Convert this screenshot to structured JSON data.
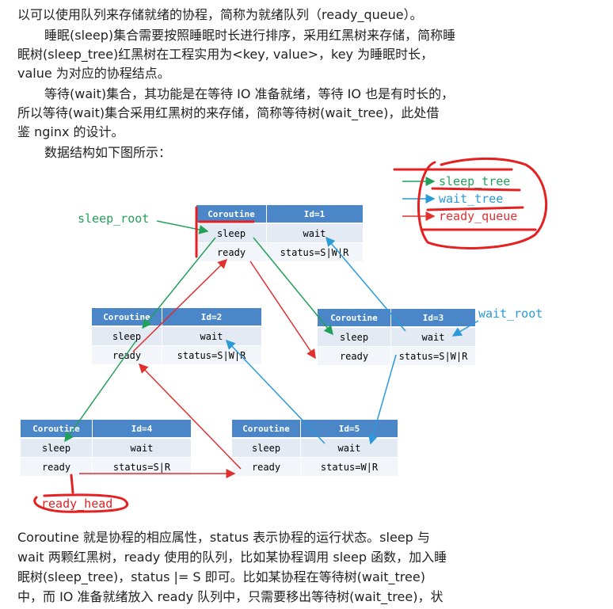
{
  "text_top": {
    "line1": "以可以使用队列来存储就绪的协程，简称为就绪队列（ready_queue）。",
    "p2_l1": "睡眠(sleep)集合需要按照睡眠时长进行排序，采用红黑树来存储，简称睡",
    "p2_l2": "眠树(sleep_tree)红黑树在工程实用为<key, value>，key 为睡眠时长，",
    "p2_l3": "value 为对应的协程结点。",
    "p3_l1": "等待(wait)集合，其功能是在等待 IO 准备就绪，等待 IO 也是有时长的，",
    "p3_l2": "所以等待(wait)集合采用红黑树的来存储，简称等待树(wait_tree)，此处借",
    "p3_l3": "鉴 nginx 的设计。",
    "p4_l1": "数据结构如下图所示："
  },
  "diagram": {
    "legend": {
      "sleep": "sleep_tree",
      "wait": "wait_tree",
      "ready": "ready_queue"
    },
    "labels": {
      "sleep_root": "sleep_root",
      "wait_root": "wait_root",
      "ready_head": "ready_head"
    },
    "nodes": [
      {
        "header_left": "Coroutine",
        "header_right": "Id=1",
        "r1_left": "sleep",
        "r1_right": "wait",
        "r2_left": "ready",
        "r2_right": "status=S|W|R"
      },
      {
        "header_left": "Coroutine",
        "header_right": "Id=2",
        "r1_left": "sleep",
        "r1_right": "wait",
        "r2_left": "ready",
        "r2_right": "status=S|W|R"
      },
      {
        "header_left": "Coroutine",
        "header_right": "Id=3",
        "r1_left": "sleep",
        "r1_right": "wait",
        "r2_left": "ready",
        "r2_right": "status=S|W|R"
      },
      {
        "header_left": "Coroutine",
        "header_right": "Id=4",
        "r1_left": "sleep",
        "r1_right": "wait",
        "r2_left": "ready",
        "r2_right": "status=S|R"
      },
      {
        "header_left": "Coroutine",
        "header_right": "Id=5",
        "r1_left": "sleep",
        "r1_right": "wait",
        "r2_left": "ready",
        "r2_right": "status=W|R"
      }
    ],
    "colors": {
      "header": "#4a86c8",
      "row_light": "#e4eaf4",
      "row_dark": "#f2f5fa",
      "sleep": "#22a05a",
      "wait": "#2a9ad8",
      "ready": "#e03030",
      "annot": "#e52020"
    }
  },
  "text_bottom": {
    "l1": "Coroutine 就是协程的相应属性，status 表示协程的运行状态。sleep 与",
    "l2": "wait 两颗红黑树，ready 使用的队列，比如某协程调用 sleep 函数，加入睡",
    "l3": "眠树(sleep_tree)，status |= S 即可。比如某协程在等待树(wait_tree)",
    "l4": "中，而 IO 准备就绪放入 ready 队列中，只需要移出等待树(wait_tree)，状"
  }
}
